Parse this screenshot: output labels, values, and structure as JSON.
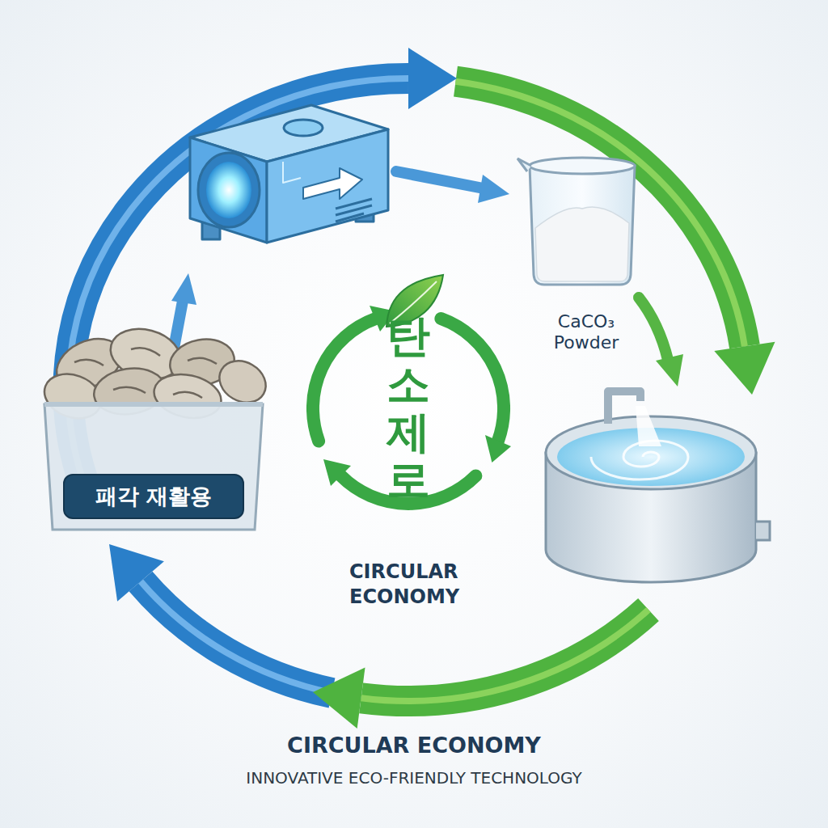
{
  "diagram": {
    "title": "CIRCULAR ECONOMY",
    "caption": "INNOVATIVE ECO-FRIENDLY TECHNOLOGY",
    "nodes": [
      {
        "text": [
          "CaCO₃ Powder"
        ]
      },
      {
        "text": [
          "탄소 제로"
        ]
      },
      {
        "text": [
          "패각 재활용"
        ]
      }
    ],
    "labels": [
      "CIRCULAR ECONOMY"
    ]
  }
}
